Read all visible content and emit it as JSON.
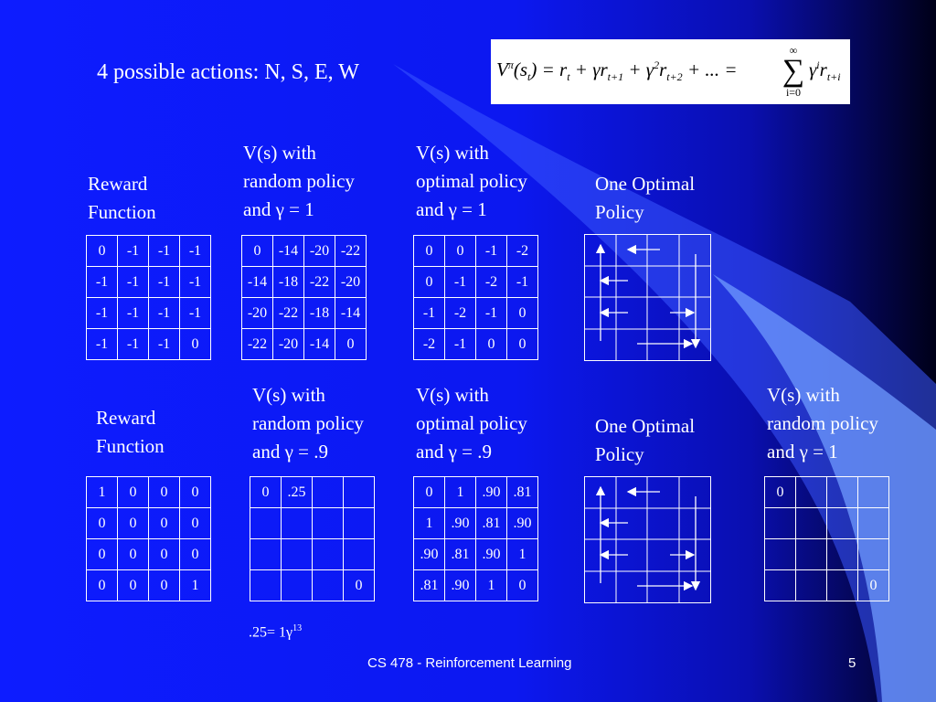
{
  "title": "4 possible actions: N, S, E, W",
  "formula": {
    "lhs": "V",
    "lhs_sup": "π",
    "arg": "(s",
    "arg_sub": "t",
    "eq": ") = r",
    "r_sub": "t",
    "plus1": " + γr",
    "sub1": "t+1",
    "plus2": " + γ",
    "sup2": "2",
    "r2": "r",
    "sub2": "t+2",
    "tail": " + ... =",
    "sum_top": "∞",
    "sum_sym": "∑",
    "sum_bot": "i=0",
    "after_gamma": "γ",
    "after_sup": "i",
    "after_r": "r",
    "after_sub": "t+i"
  },
  "labels": {
    "reward1": [
      "Reward",
      "Function"
    ],
    "rand1": [
      "V(s) with",
      "random policy",
      "and γ = 1"
    ],
    "opt1": [
      "V(s) with",
      "optimal policy",
      "and γ = 1"
    ],
    "policy1": [
      "One Optimal",
      "Policy"
    ],
    "reward2": [
      "Reward",
      "Function"
    ],
    "rand2": [
      "V(s) with",
      "random policy",
      "and γ = .9"
    ],
    "opt2": [
      "V(s) with",
      "optimal policy",
      "and γ = .9"
    ],
    "policy2": [
      "One Optimal",
      "Policy"
    ],
    "rand3": [
      "V(s) with",
      "random policy",
      "and γ = 1"
    ]
  },
  "grids": {
    "reward1": [
      [
        "0",
        "-1",
        "-1",
        "-1"
      ],
      [
        "-1",
        "-1",
        "-1",
        "-1"
      ],
      [
        "-1",
        "-1",
        "-1",
        "-1"
      ],
      [
        "-1",
        "-1",
        "-1",
        "0"
      ]
    ],
    "rand1": [
      [
        "0",
        "-14",
        "-20",
        "-22"
      ],
      [
        "-14",
        "-18",
        "-22",
        "-20"
      ],
      [
        "-20",
        "-22",
        "-18",
        "-14"
      ],
      [
        "-22",
        "-20",
        "-14",
        "0"
      ]
    ],
    "opt1": [
      [
        "0",
        "0",
        "-1",
        "-2"
      ],
      [
        "0",
        "-1",
        "-2",
        "-1"
      ],
      [
        "-1",
        "-2",
        "-1",
        "0"
      ],
      [
        "-2",
        "-1",
        "0",
        "0"
      ]
    ],
    "reward2": [
      [
        "1",
        "0",
        "0",
        "0"
      ],
      [
        "0",
        "0",
        "0",
        "0"
      ],
      [
        "0",
        "0",
        "0",
        "0"
      ],
      [
        "0",
        "0",
        "0",
        "1"
      ]
    ],
    "rand2": [
      [
        "0",
        ".25",
        "",
        ""
      ],
      [
        "",
        "",
        "",
        ""
      ],
      [
        "",
        "",
        "",
        ""
      ],
      [
        "",
        "",
        "",
        "0"
      ]
    ],
    "opt2": [
      [
        "0",
        "1",
        ".90",
        ".81"
      ],
      [
        "1",
        ".90",
        ".81",
        ".90"
      ],
      [
        ".90",
        ".81",
        ".90",
        "1"
      ],
      [
        ".81",
        ".90",
        "1",
        "0"
      ]
    ],
    "rand3": [
      [
        "0",
        "",
        "",
        ""
      ],
      [
        "",
        "",
        "",
        ""
      ],
      [
        "",
        "",
        "",
        ""
      ],
      [
        "",
        "",
        "",
        "0"
      ]
    ]
  },
  "note": ".25= 1γ",
  "note_sup": "13",
  "footer": {
    "course": "CS 478 - Reinforcement Learning",
    "page": "5"
  },
  "colors": {
    "background": "#0c18f0",
    "text": "#ffffff",
    "panel": "#ffffff",
    "accent_light": "#4d7dff"
  }
}
